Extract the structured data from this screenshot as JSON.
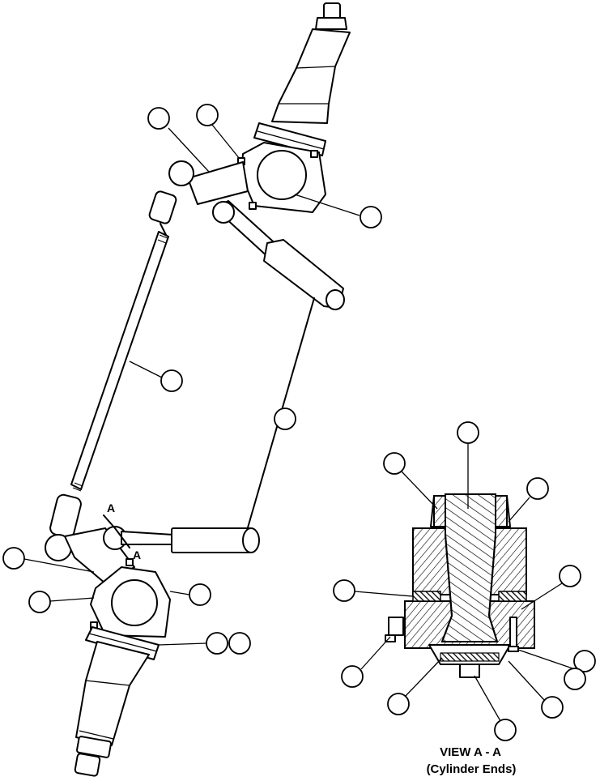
{
  "section_marks": {
    "upper": "A",
    "lower": "A"
  },
  "view_caption": {
    "line1": "VIEW A - A",
    "line2": "(Cylinder Ends)"
  }
}
